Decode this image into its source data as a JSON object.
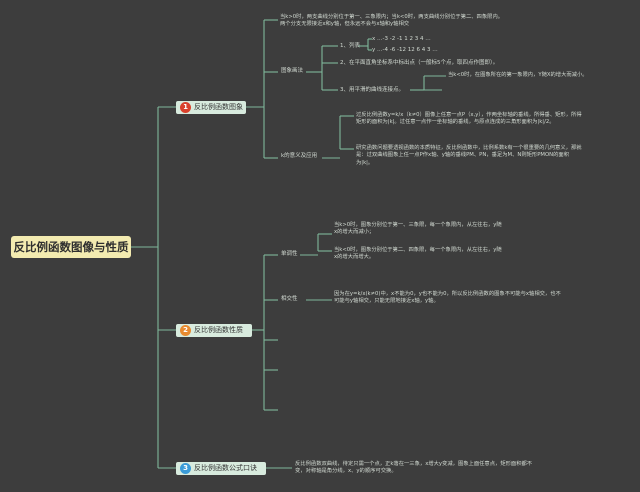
{
  "root": {
    "title": "反比例函数图像与性质"
  },
  "colors": {
    "line": "#7fb79a",
    "badge1": "#d9412c",
    "badge2": "#e88a2f",
    "badge3": "#3a9bd8"
  },
  "branches": [
    {
      "num": "1",
      "title": "反比例函数图象"
    },
    {
      "num": "2",
      "title": "反比例函数性质"
    },
    {
      "num": "3",
      "title": "反比例函数公式口诀"
    }
  ],
  "b1": {
    "top_note": "当k>0时，两支曲线分别位于第一、三象限内；当k<0时，两支曲线分别位于第二、四象限内。两个分支无限接近x和y轴，但永远不会与x轴和y轴相交",
    "drawing": {
      "label": "图象画法",
      "step1_label": "1、列表",
      "step1_x": "x …-3 -2 -1 1 2 3 4 …",
      "step1_y": "y …-4 -6 -12 12 6 4 3 …",
      "step2": "2、在平面直角坐标系中标出点（一般标5个点，取四点作图即）。",
      "step3": "3、用平滑的曲线连接点。",
      "step3_note": "当k<0时，在图象所在的第一象限内，Y随X的增大而减小。"
    },
    "geometry": {
      "label": "k的意义及应用",
      "para1": "过反比例函数y=k/x（k≠0）图像上任意一点P（x,y），作两坐标轴的垂线，所得垂、矩形，所得矩形的面积为|k|。过任意一点作一坐标轴的垂线，与原点连成的三角形面积为|k|/2。",
      "para2": "研究函数问题要透视函数的本质特征，反比例函数中，比例系数k有一个很重要的几何意义，那就是：过双曲线图象上任一点P作x轴、y轴的垂线PM、PN，垂足为M、N则矩形PMON的面积为|k|。"
    }
  },
  "b2": {
    "monotonic": {
      "label": "单调性",
      "p1": "当k>0时，图象分别位于第一、三象限，每一个象限内，从左往右，y随x的增大而减小；",
      "p2": "当k<0时，图象分别位于第二、四象限，每一个象限内，从左往右，y随x的增大而增大。"
    },
    "intersection": {
      "label": "相交性",
      "p1": "因为在y=k/x(k≠0)中，x不能为0，y也不能为0，所以反比例函数的图象不可能与x轴相交，也不可能与y轴相交，只能无限地接近x轴，y轴。"
    }
  },
  "b3": {
    "text": "反比例函数双曲线，待定只需一个点，正k落在一三象，x增大y变减，图象上面任意点，矩形面积都不变，对称轴是角分线，x、y的顺序可交换。"
  }
}
